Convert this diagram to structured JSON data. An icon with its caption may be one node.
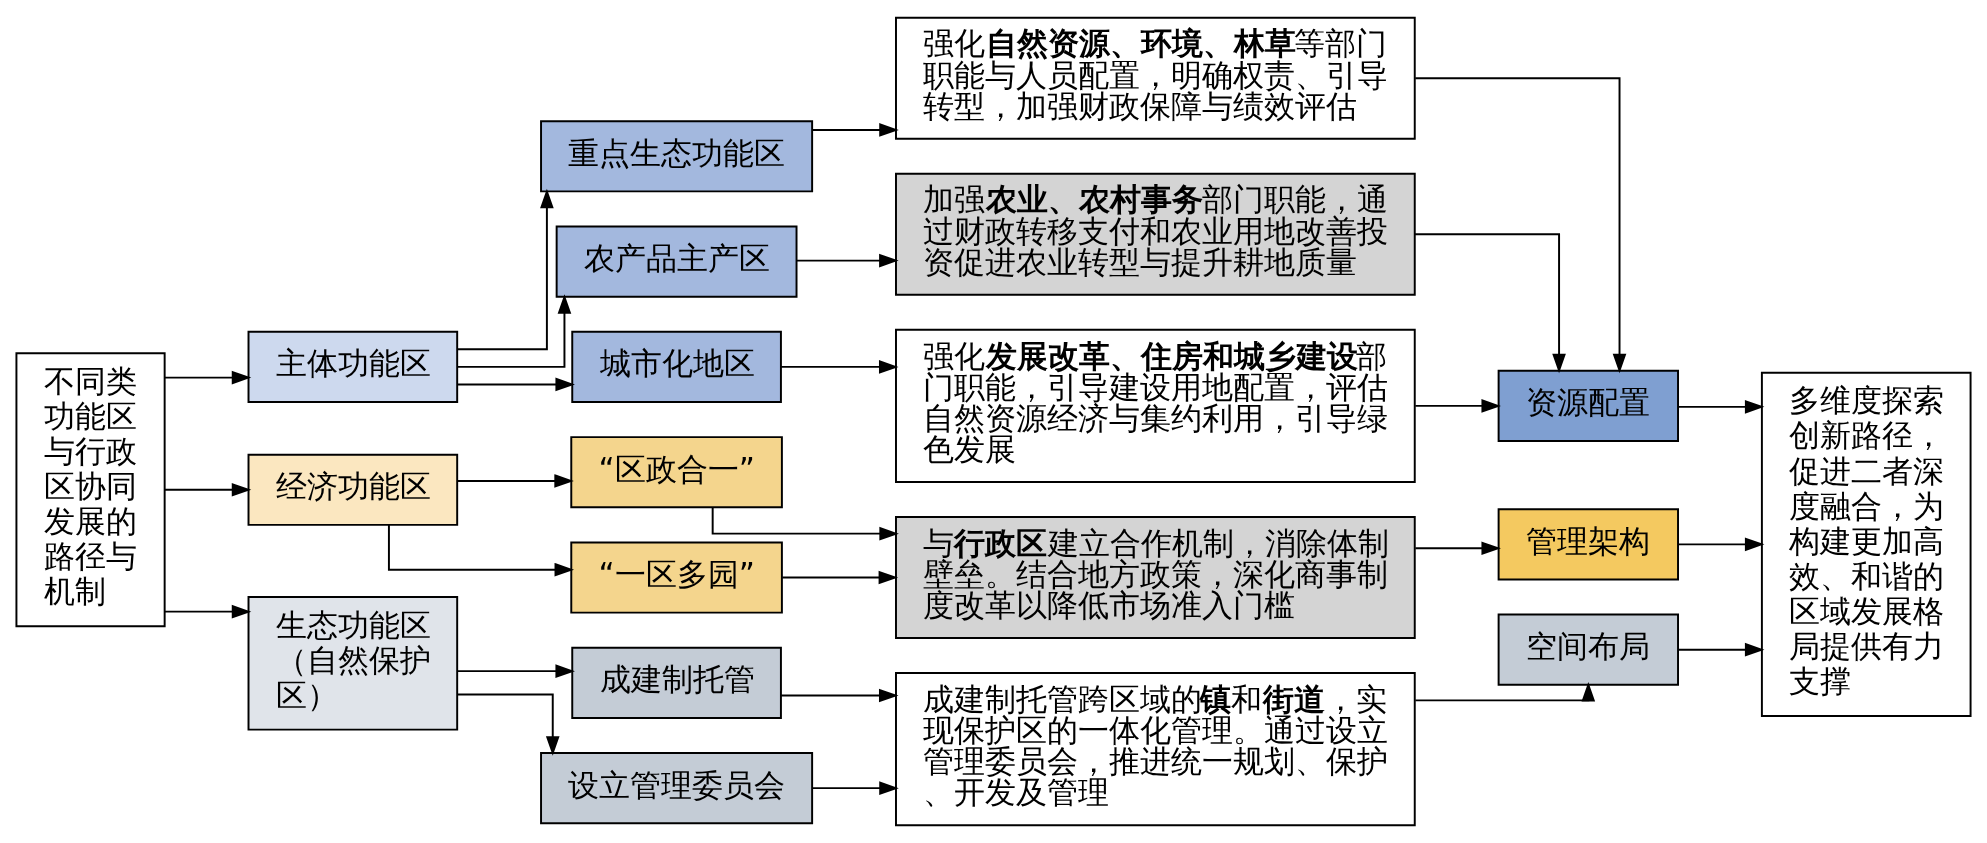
{
  "diagram": {
    "nodes": [
      {
        "text": [
          "不同类功能区与行政区协同发展的路径与机制"
        ]
      },
      {
        "text": [
          "主体功能区"
        ]
      },
      {
        "text": [
          "经济功能区"
        ]
      },
      {
        "text": [
          "生态功能区（自然保护区）"
        ]
      },
      {
        "text": [
          "重点生态功能区"
        ]
      },
      {
        "text": [
          "农产品主产区"
        ]
      },
      {
        "text": [
          "城市化地区"
        ]
      },
      {
        "text": [
          "“区政合一”"
        ]
      },
      {
        "text": [
          "“一区多园”"
        ]
      },
      {
        "text": [
          "成建制托管"
        ]
      },
      {
        "text": [
          "设立管理委员会"
        ]
      },
      {
        "text": [
          "强化**自然资源、环境、林草**等部门职能与人员配置，明确权责、引导转型，加强财政保障与绩效评估"
        ]
      },
      {
        "text": [
          "加强**农业、农村事务**部门职能，通过财政转移支付和农业用地改善投资促进农业转型与提升耕地质量"
        ]
      },
      {
        "text": [
          "强化**发展改革、住房和城乡建设**部门职能，引导建设用地配置，评估自然资源经济与集约利用，引导绿色发展"
        ]
      },
      {
        "text": [
          "与**行政区**建立合作机制，消除体制壁垒。结合地方政策，深化商事制度改革以降低市场准入门槛"
        ]
      },
      {
        "text": [
          "成建制托管跨区域的**镇**和**街道**，实现保护区的一体化管理。通过设立管理委员会，推进统一规划、保护、开发及管理"
        ]
      },
      {
        "text": [
          "资源配置"
        ]
      },
      {
        "text": [
          "管理架构"
        ]
      },
      {
        "text": [
          "空间布局"
        ]
      },
      {
        "text": [
          "多维度探索创新路径，促进二者深度融合，为构建更加高效、和谐的区域发展格局提供有力支撑"
        ]
      }
    ],
    "edges": [
      {
        "from": 0,
        "to": 1,
        "arrow": "to"
      },
      {
        "from": 0,
        "to": 2,
        "arrow": "to"
      },
      {
        "from": 0,
        "to": 3,
        "arrow": "to"
      },
      {
        "from": 1,
        "to": 4,
        "arrow": "to"
      },
      {
        "from": 1,
        "to": 5,
        "arrow": "to"
      },
      {
        "from": 1,
        "to": 6,
        "arrow": "to"
      },
      {
        "from": 2,
        "to": 7,
        "arrow": "to"
      },
      {
        "from": 2,
        "to": 8,
        "arrow": "to"
      },
      {
        "from": 3,
        "to": 9,
        "arrow": "to"
      },
      {
        "from": 3,
        "to": 10,
        "arrow": "to"
      },
      {
        "from": 4,
        "to": 11,
        "arrow": "to"
      },
      {
        "from": 5,
        "to": 12,
        "arrow": "to"
      },
      {
        "from": 6,
        "to": 13,
        "arrow": "to"
      },
      {
        "from": 7,
        "to": 14,
        "arrow": "to"
      },
      {
        "from": 8,
        "to": 14,
        "arrow": "to"
      },
      {
        "from": 9,
        "to": 15,
        "arrow": "to"
      },
      {
        "from": 10,
        "to": 15,
        "arrow": "to"
      },
      {
        "from": 11,
        "to": 16,
        "arrow": "to"
      },
      {
        "from": 12,
        "to": 16,
        "arrow": "to"
      },
      {
        "from": 13,
        "to": 16,
        "arrow": "to"
      },
      {
        "from": 14,
        "to": 17,
        "arrow": "to"
      },
      {
        "from": 15,
        "to": 18,
        "arrow": "to"
      },
      {
        "from": 16,
        "to": 19,
        "arrow": "to"
      },
      {
        "from": 17,
        "to": 19,
        "arrow": "to"
      },
      {
        "from": 18,
        "to": 19,
        "arrow": "to"
      }
    ]
  }
}
